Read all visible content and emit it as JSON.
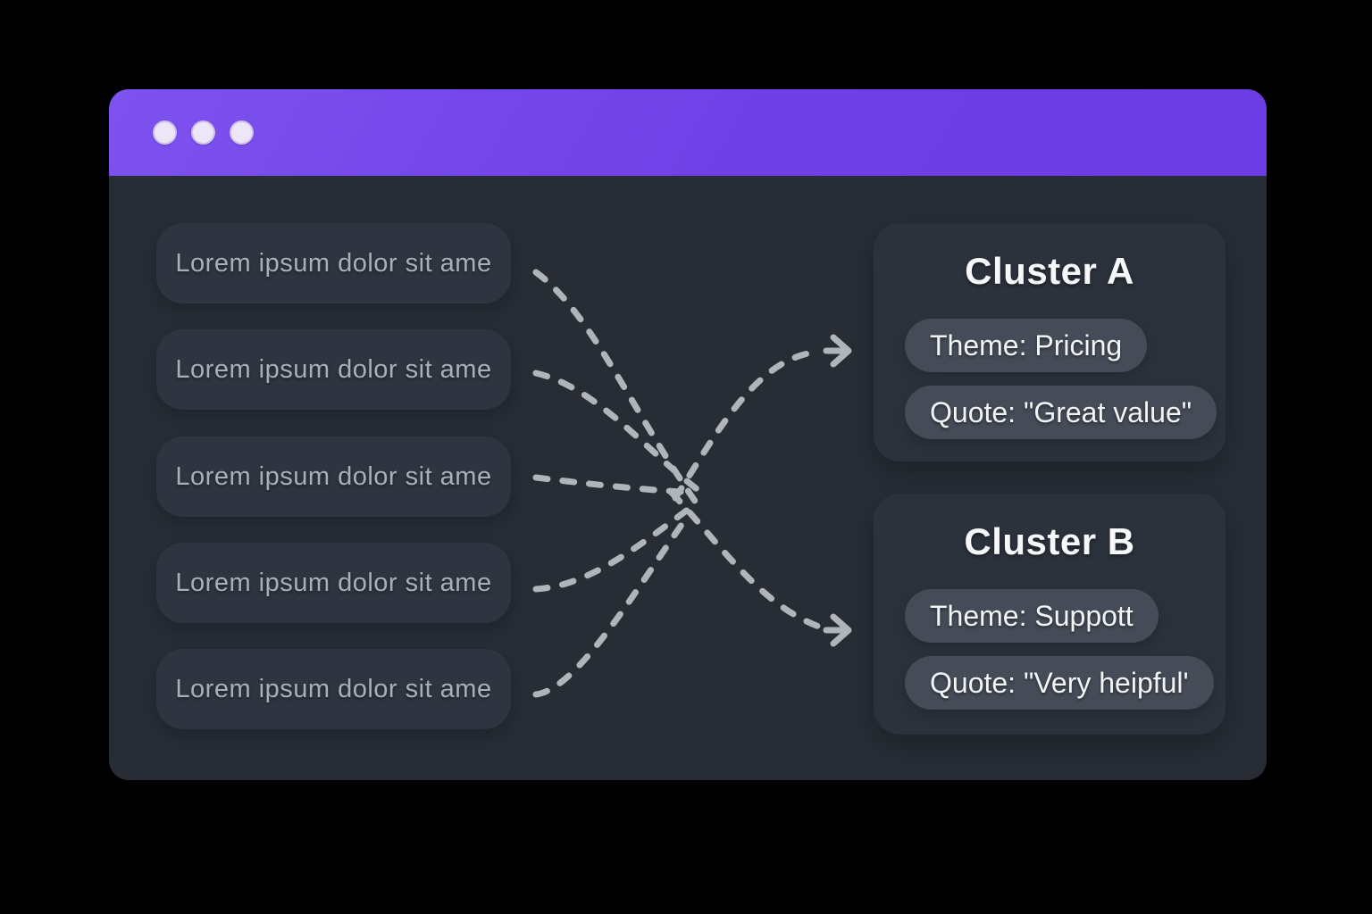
{
  "colors": {
    "page_bg": "#000000",
    "titlebar": "#7A4BEC",
    "window_body": "#272C35",
    "item_pill_bg": "#2E3440",
    "item_pill_text": "#A9AFB8",
    "card_bg": "#2C323C",
    "chip_bg": "#454C58",
    "chip_text": "#F3F4F6",
    "card_title_text": "#F6F7F9",
    "flow_line": "#B0B5BB",
    "titlebar_dot": "#ECE6F7"
  },
  "icons": {
    "window_dots": "circle",
    "flow_arrow": "arrow-right"
  },
  "source_items": [
    {
      "label": "Lorem ipsum dolor sit ame"
    },
    {
      "label": "Lorem ipsum dolor sit ame"
    },
    {
      "label": "Lorem ipsum dolor sit ame"
    },
    {
      "label": "Lorem ipsum dolor sit ame"
    },
    {
      "label": "Lorem ipsum dolor sit ame"
    }
  ],
  "clusters": [
    {
      "title": "Cluster A",
      "theme_label": "Theme: Pricing",
      "quote_label": "Quote: \"Great value\""
    },
    {
      "title": "Cluster B",
      "theme_label": "Theme: Suppott",
      "quote_label": "Quote: \"Very heipful'"
    }
  ]
}
